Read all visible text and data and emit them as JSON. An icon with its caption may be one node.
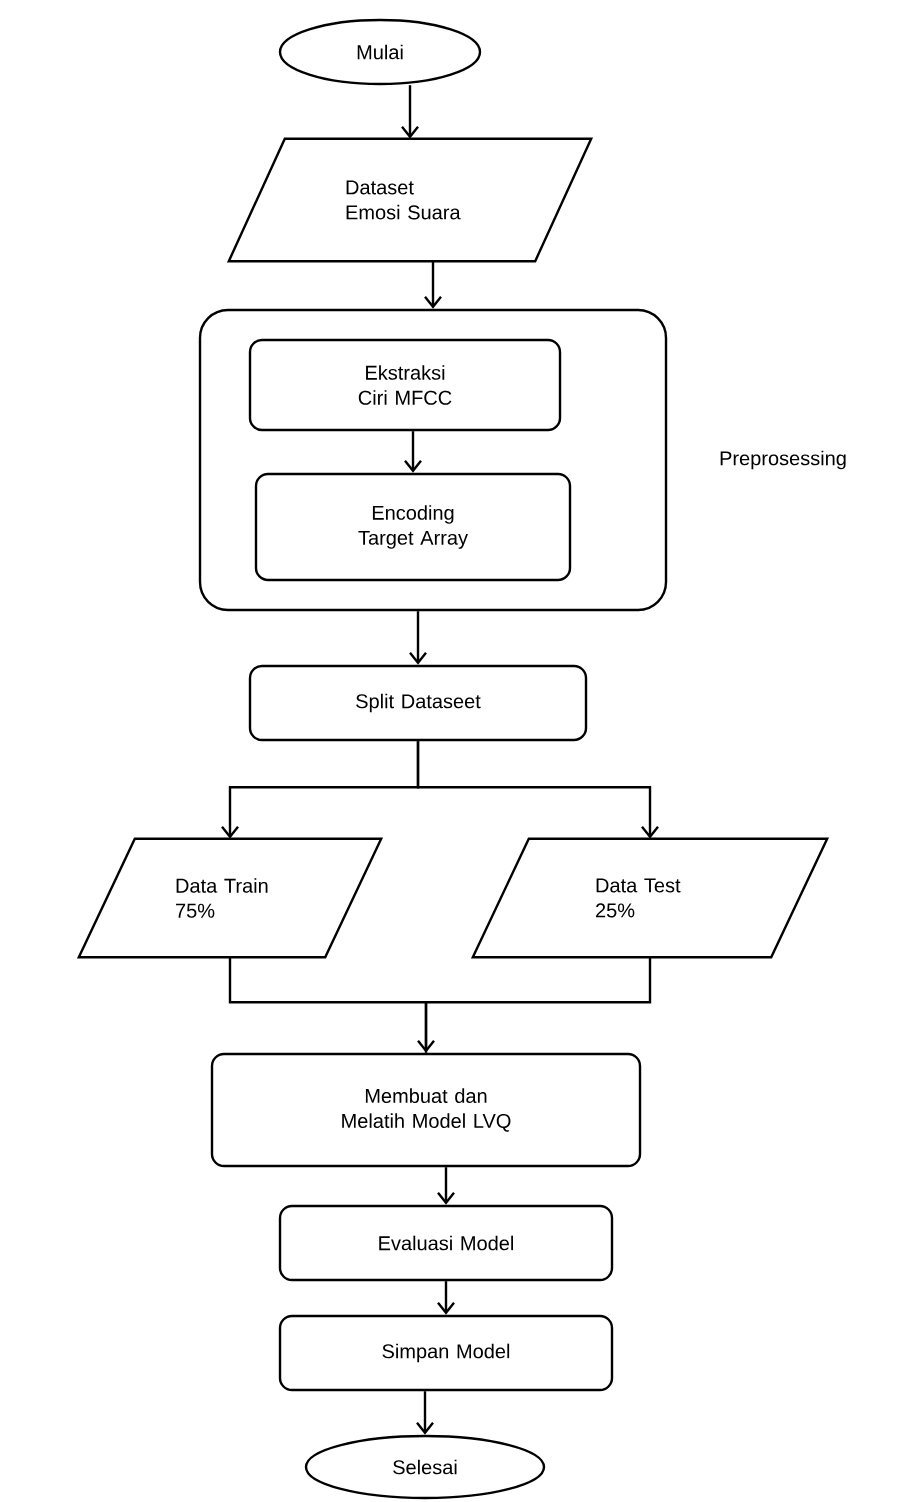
{
  "diagram": {
    "nodes": [
      {
        "text": [
          "Mulai"
        ]
      },
      {
        "text": [
          "Dataset Emosi Suara"
        ]
      },
      {
        "text": [],
        "shape": "box",
        "beside": [
          "Preprosessing"
        ]
      },
      {
        "text": [
          "Ekstraksi Ciri MFCC"
        ],
        "in": 2
      },
      {
        "text": [
          "Encoding Target Array"
        ],
        "in": 2
      },
      {
        "text": [
          "Split Dataseet"
        ]
      },
      {
        "text": [
          "Data Train 75%"
        ]
      },
      {
        "text": [
          "Data Test 25%"
        ]
      },
      {
        "text": [
          "Membuat dan Melatih Model LVQ"
        ]
      },
      {
        "text": [
          "Evaluasi Model"
        ]
      },
      {
        "text": [
          "Simpan Model"
        ]
      },
      {
        "text": [
          "Selesai"
        ]
      }
    ],
    "edges": [
      {
        "from": 0,
        "to": 1,
        "arrow": "to"
      },
      {
        "from": 1,
        "to": 2,
        "arrow": "to"
      },
      {
        "from": 3,
        "to": 4,
        "arrow": "to"
      },
      {
        "from": 2,
        "to": 5,
        "arrow": "to"
      },
      {
        "from": 5,
        "to": 6,
        "arrow": "to"
      },
      {
        "from": 5,
        "to": 7,
        "arrow": "to"
      },
      {
        "from": 6,
        "to": 8,
        "arrow": "none"
      },
      {
        "from": 7,
        "to": 8,
        "arrow": "to"
      },
      {
        "from": 8,
        "to": 9,
        "arrow": "to"
      },
      {
        "from": 9,
        "to": 10,
        "arrow": "to"
      },
      {
        "from": 10,
        "to": 11,
        "arrow": "to"
      }
    ]
  }
}
